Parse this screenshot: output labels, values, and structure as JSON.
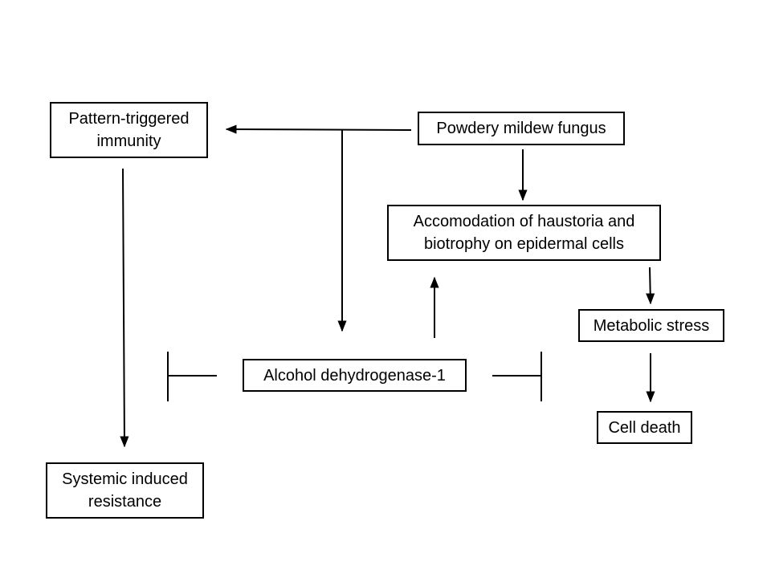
{
  "nodes": {
    "pti": "Pattern-triggered\nimmunity",
    "fungus": "Powdery mildew fungus",
    "haustoria": "Accomodation of haustoria  and\nbiotrophy on epidermal cells",
    "metabolic": "Metabolic stress",
    "adh": "Alcohol dehydrogenase-1",
    "death": "Cell death",
    "sir": "Systemic induced\nresistance"
  }
}
